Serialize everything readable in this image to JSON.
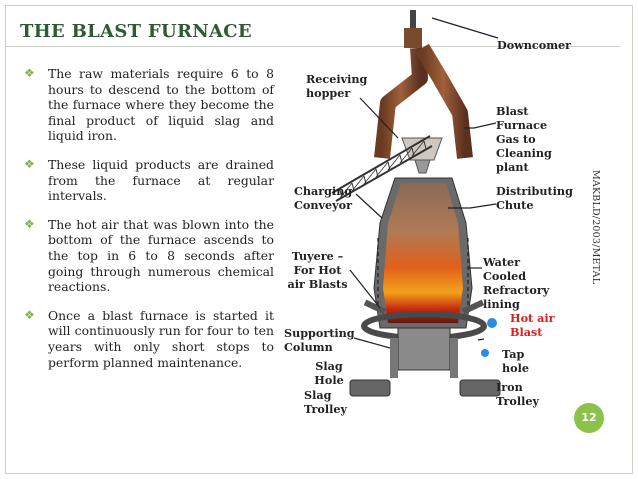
{
  "slide": {
    "title": "THE BLAST FURNACE",
    "bullets": [
      "The raw materials require 6 to 8 hours to descend to the bottom of the furnace where they become the final product of liquid slag and liquid iron.",
      "These liquid products are drained from the furnace at regular intervals.",
      "The hot air that was blown into the bottom of the furnace ascends to the top in 6 to 8 seconds after going through numerous chemical reactions.",
      "Once a blast furnace is started it will continuously run for four to ten years with only short stops to perform planned maintenance."
    ],
    "bullet_icon": "diamond-bullet-icon",
    "side_text": "MAKBLD/2003/METAL",
    "page_number": "12"
  },
  "diagram": {
    "labels": {
      "downcomer": "Downcomer",
      "receiving_hopper": "Receiving hopper",
      "blast_furnace_gas": "Blast Furnace Gas to Cleaning plant",
      "charging_conveyor": "Charging Conveyor",
      "distributing_chute": "Distributing Chute",
      "tuyere": "Tuyere – For Hot air Blasts",
      "water_cooled": "Water Cooled Refractory lining",
      "hot_air_blast": "Hot air Blast",
      "supporting_column": "Supporting Column",
      "slag_hole": "Slag Hole",
      "tap_hole": "Tap hole",
      "slag_trolley": "Slag Trolley",
      "iron_trolley": "Iron Trolley"
    }
  },
  "colors": {
    "title": "#2f5a34",
    "bullet": "#7fb24a",
    "accent_red": "#e21c1c",
    "page_badge": "#8cc24a"
  }
}
